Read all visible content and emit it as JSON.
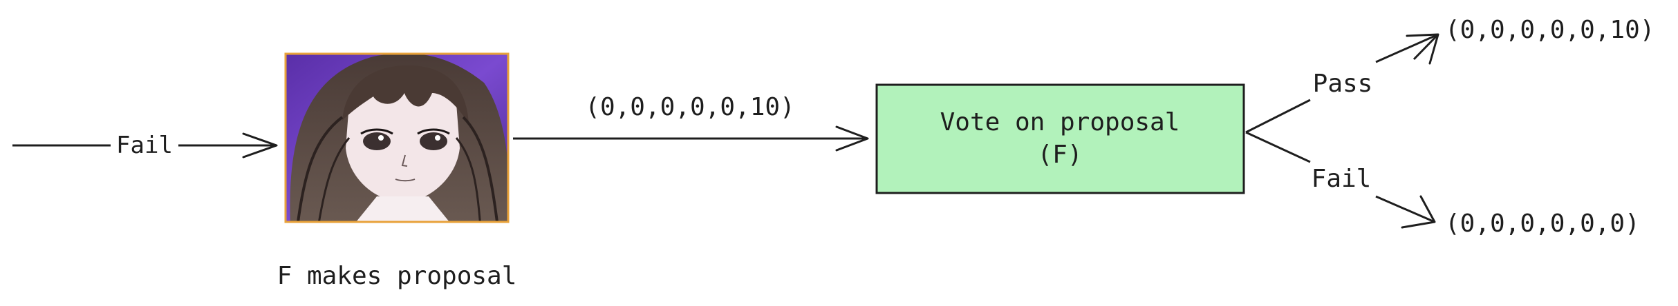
{
  "diagram": {
    "incoming_label": "Fail",
    "proposer_caption": "F makes proposal",
    "portrait_alt": "anime-style portrait of F",
    "offer_label": "(0,0,0,0,0,10)",
    "vote_box": {
      "line1": "Vote on proposal",
      "line2": "(F)",
      "fill_color": "#b2f2bb"
    },
    "pass_label": "Pass",
    "pass_outcome": "(0,0,0,0,0,10)",
    "fail_label": "Fail",
    "fail_outcome": "(0,0,0,0,0,0)",
    "stroke_color": "#1e1e1e",
    "portrait_border_color": "#e8a23a"
  }
}
